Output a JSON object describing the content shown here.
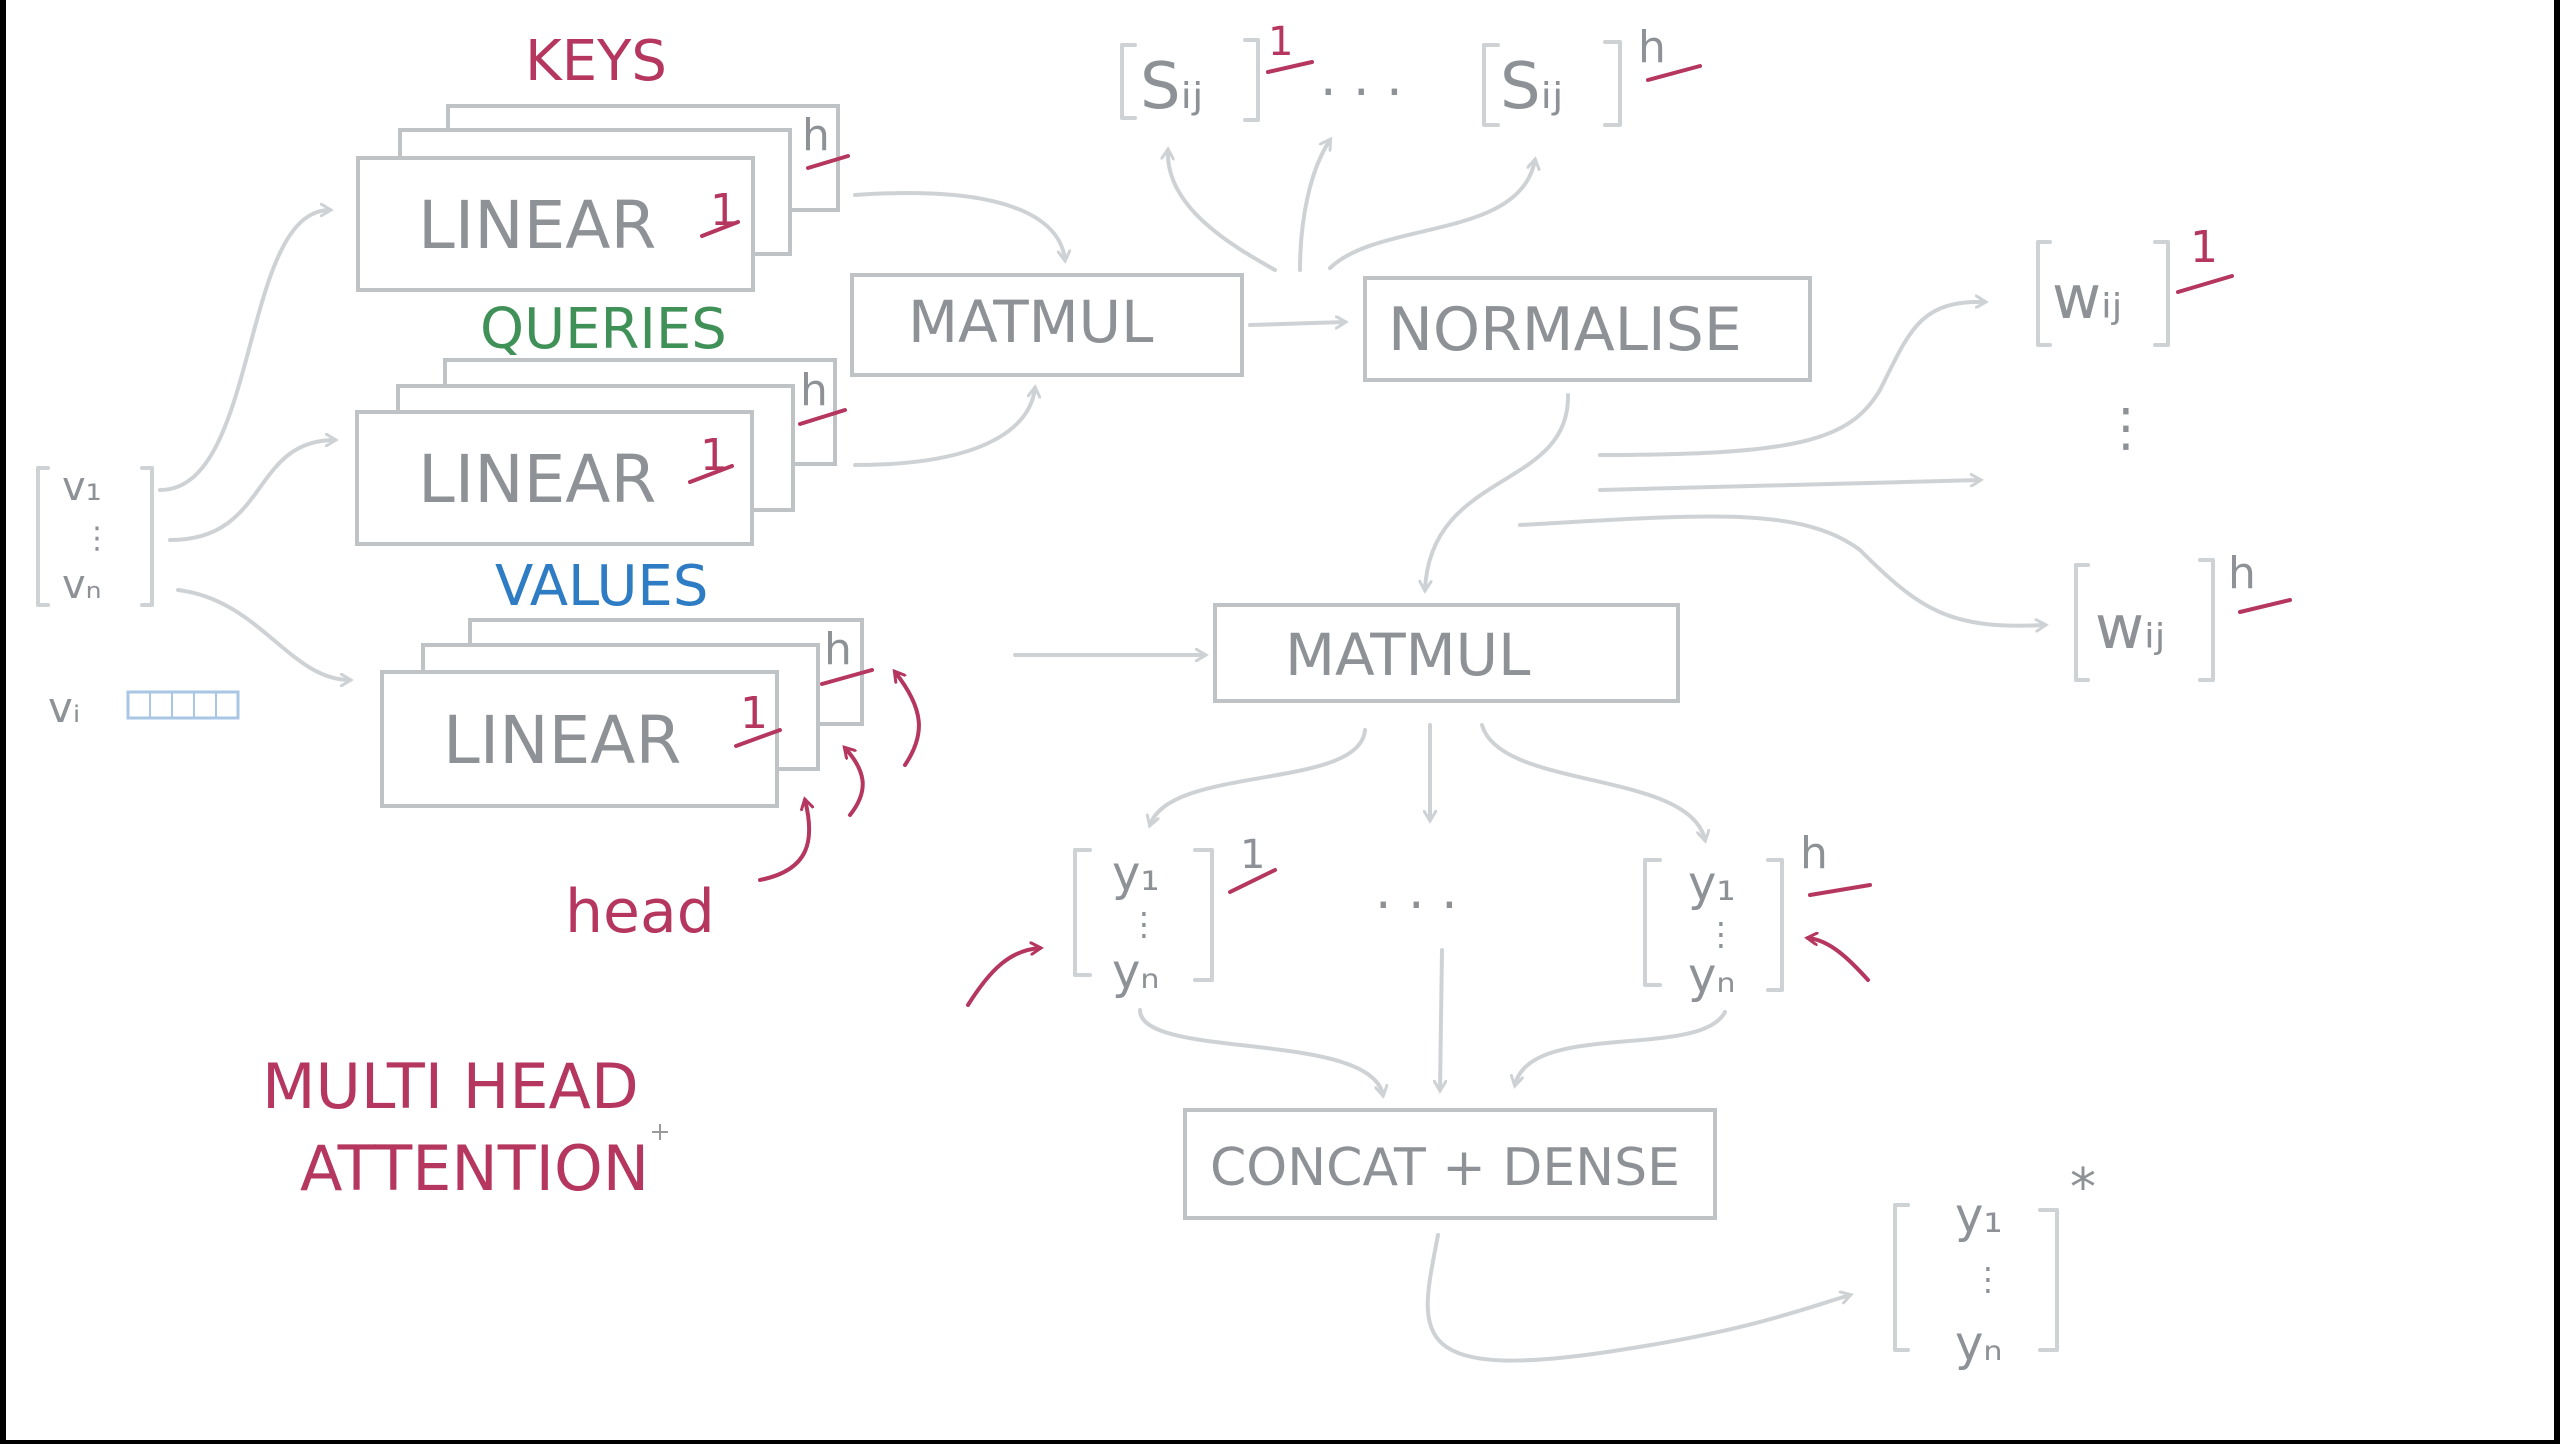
{
  "diagram": {
    "title_line1": "MULTI HEAD",
    "title_line2": "ATTENTION",
    "labels": {
      "keys": "KEYS",
      "queries": "QUERIES",
      "values": "VALUES",
      "head": "head"
    },
    "nodes": {
      "linear": "LINEAR",
      "matmul": "MATMUL",
      "normalise": "NORMALISE",
      "concat_dense": "CONCAT + DENSE"
    },
    "symbols": {
      "v1": "v₁",
      "vn": "vₙ",
      "vi": "vᵢ",
      "sij": "Sᵢⱼ",
      "wij": "wᵢⱼ",
      "y1": "y₁",
      "yn": "yₙ",
      "dots": ". . .",
      "vdots": "⋮",
      "head_first": "1",
      "head_last": "h",
      "star": "*"
    },
    "colors": {
      "keys": "#b5365e",
      "queries": "#3f9158",
      "values": "#2d7cc4",
      "annotation": "#b5365e",
      "ink": "#8e9296"
    }
  }
}
